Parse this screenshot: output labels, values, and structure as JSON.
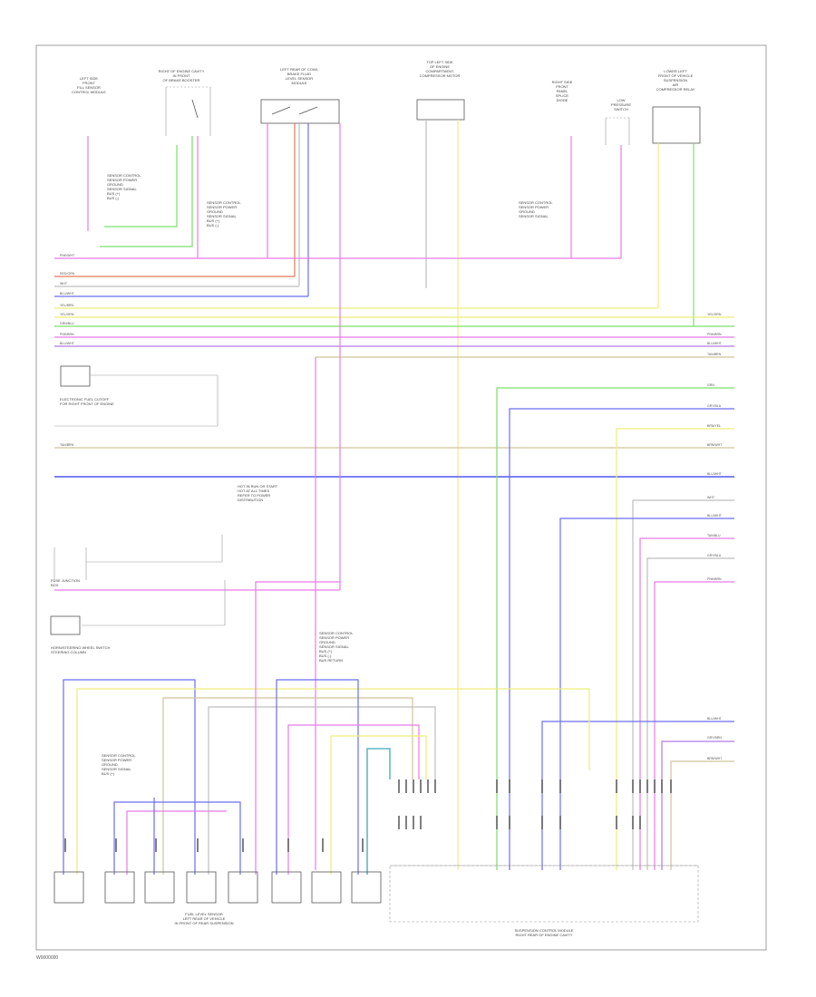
{
  "diagram": {
    "figure_code": "W0000000",
    "colors": {
      "pink": "#e87be6",
      "violet": "#b07ae8",
      "blue": "#6a6ef0",
      "green": "#7be06a",
      "yellow": "#eded7a",
      "orange": "#e07a5a",
      "tan": "#cfc49a",
      "gray": "#bdbdbd",
      "teal": "#5fb8c7",
      "black": "#555555"
    },
    "top_components": [
      {
        "id": "c1",
        "text": "LEFT SIDE\nFRONT\nFILL SENSOR\nCONTROL MODULE"
      },
      {
        "id": "c2",
        "text": "RIGHT OF ENGINE CAVITY\nIN FRONT\nOF BRAKE BOOSTER"
      },
      {
        "id": "c3",
        "text": "LEFT REAR OF COWL\nBRAKE FLUID\nLEVEL SENSOR\nMODULE"
      },
      {
        "id": "c4",
        "text": "TOP LEFT SIDE\nOF ENGINE\nCOMPARTMENT\nCOMPRESSOR MOTOR"
      },
      {
        "id": "c5",
        "text": "RIGHT SIDE\nFRONT\nPANEL\nSPLICE\nDIODE"
      },
      {
        "id": "c6",
        "text": "LOW\nPRESSURE\nSWITCH"
      },
      {
        "id": "c7",
        "text": "LOWER LEFT\nFRONT OF VEHICLE\nSUSPENSION\nAIR\nCOMPRESSOR RELAY"
      }
    ],
    "mid_components": [
      {
        "id": "m1",
        "text": "ELECTRONIC FUEL CUTOFF\nFOR RIGHT FRONT OF ENGINE"
      },
      {
        "id": "m2",
        "text": "FUSE JUNCTION\nBOX"
      },
      {
        "id": "m3",
        "text": "HORN/STEERING WHEEL SWITCH\nSTEERING COLUMN"
      }
    ],
    "bottom_components": [
      {
        "id": "b1",
        "text": "FUEL LEVEL SENSOR\nLEFT REAR OF VEHICLE\nIN FRONT OF REAR SUSPENSION"
      },
      {
        "id": "b2",
        "text": "SUSPENSION CONTROL MODULE\nRIGHT REAR OF ENGINE CAVITY"
      }
    ],
    "annotations": [
      {
        "id": "a1",
        "text": "SENSOR CONTROL\nSENSOR POWER\nGROUND\nSENSOR SIGNAL\nBUS (+)\nBUS (-)"
      },
      {
        "id": "a2",
        "text": "SENSOR CONTROL\nSENSOR POWER\nGROUND\nSENSOR SIGNAL\nBUS (+)\nBUS (-)"
      },
      {
        "id": "a3",
        "text": "SENSOR CONTROL\nSENSOR POWER\nGROUND\nSENSOR SIGNAL\nBUS (+)\nBUS (-)\nBUS RETURN"
      },
      {
        "id": "a4",
        "text": "SENSOR CONTROL\nSENSOR POWER\nGROUND\nSENSOR SIGNAL\nBUS (+)"
      },
      {
        "id": "a5",
        "text": "SENSOR CONTROL\nSENSOR POWER\nGROUND\nSENSOR SIGNAL"
      },
      {
        "id": "a6",
        "text": "HOT IN RUN OR START\nHOT AT ALL TIMES\nREFER TO POWER\nDISTRIBUTION"
      }
    ],
    "bus_wires": [
      {
        "label": "PNK/WHT",
        "color": "pink"
      },
      {
        "label": "RED/GRN",
        "color": "orange"
      },
      {
        "label": "WHT",
        "color": "gray"
      },
      {
        "label": "BLU/WHT",
        "color": "blue"
      },
      {
        "label": "YEL/BRN",
        "color": "yellow"
      },
      {
        "label": "YEL/GRN",
        "color": "yellow"
      },
      {
        "label": "GRN/BLU",
        "color": "green"
      },
      {
        "label": "PNK/BRN",
        "color": "pink"
      },
      {
        "label": "BLU/WHT",
        "color": "violet"
      },
      {
        "label": "TAN/BRN",
        "color": "tan"
      }
    ],
    "right_edge_labels": [
      {
        "label": "YEL/GRN",
        "color": "yellow"
      },
      {
        "label": "PNK/BRN",
        "color": "pink"
      },
      {
        "label": "BLU/WHT",
        "color": "violet"
      },
      {
        "label": "TAN/BRN",
        "color": "tan"
      },
      {
        "label": "GRN",
        "color": "green"
      },
      {
        "label": "GRY/BLU",
        "color": "blue"
      },
      {
        "label": "BRN/YEL",
        "color": "yellow"
      },
      {
        "label": "BRN/WHT",
        "color": "tan"
      },
      {
        "label": "BLU/WHT",
        "color": "blue"
      },
      {
        "label": "WHT",
        "color": "gray"
      },
      {
        "label": "BLU/WHT",
        "color": "blue"
      },
      {
        "label": "TAN/BLU",
        "color": "pink"
      },
      {
        "label": "GRY/BLU",
        "color": "gray"
      },
      {
        "label": "PNK/BRN",
        "color": "pink"
      },
      {
        "label": "BLU/WHT",
        "color": "blue"
      },
      {
        "label": "GRY/BRN",
        "color": "violet"
      },
      {
        "label": "BRN/WHT",
        "color": "tan"
      }
    ]
  }
}
